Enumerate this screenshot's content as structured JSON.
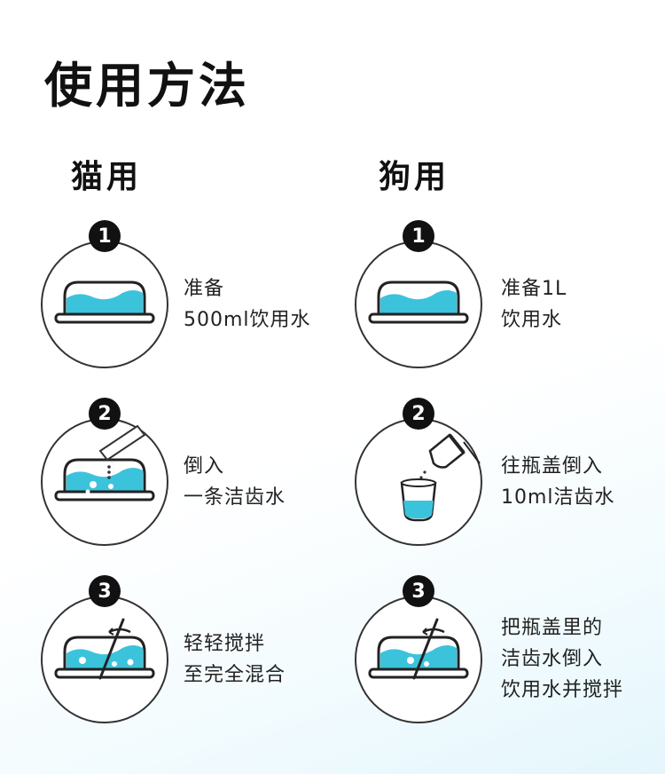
{
  "page_title": "使用方法",
  "cat": {
    "heading": "猫用",
    "steps": [
      {
        "num": "1",
        "lines": [
          "准备",
          "500ml饮用水"
        ]
      },
      {
        "num": "2",
        "lines": [
          "倒入",
          "一条洁齿水"
        ]
      },
      {
        "num": "3",
        "lines": [
          "轻轻搅拌",
          "至完全混合"
        ]
      }
    ]
  },
  "dog": {
    "heading": "狗用",
    "steps": [
      {
        "num": "1",
        "lines": [
          "准备1L",
          "饮用水"
        ]
      },
      {
        "num": "2",
        "lines": [
          "往瓶盖倒入",
          "10ml洁齿水"
        ]
      },
      {
        "num": "3",
        "lines": [
          "把瓶盖里的",
          "洁齿水倒入",
          "饮用水并搅拌"
        ]
      }
    ]
  },
  "colors": {
    "water": "#3cc3dc",
    "outline": "#222222",
    "badge": "#111111"
  }
}
